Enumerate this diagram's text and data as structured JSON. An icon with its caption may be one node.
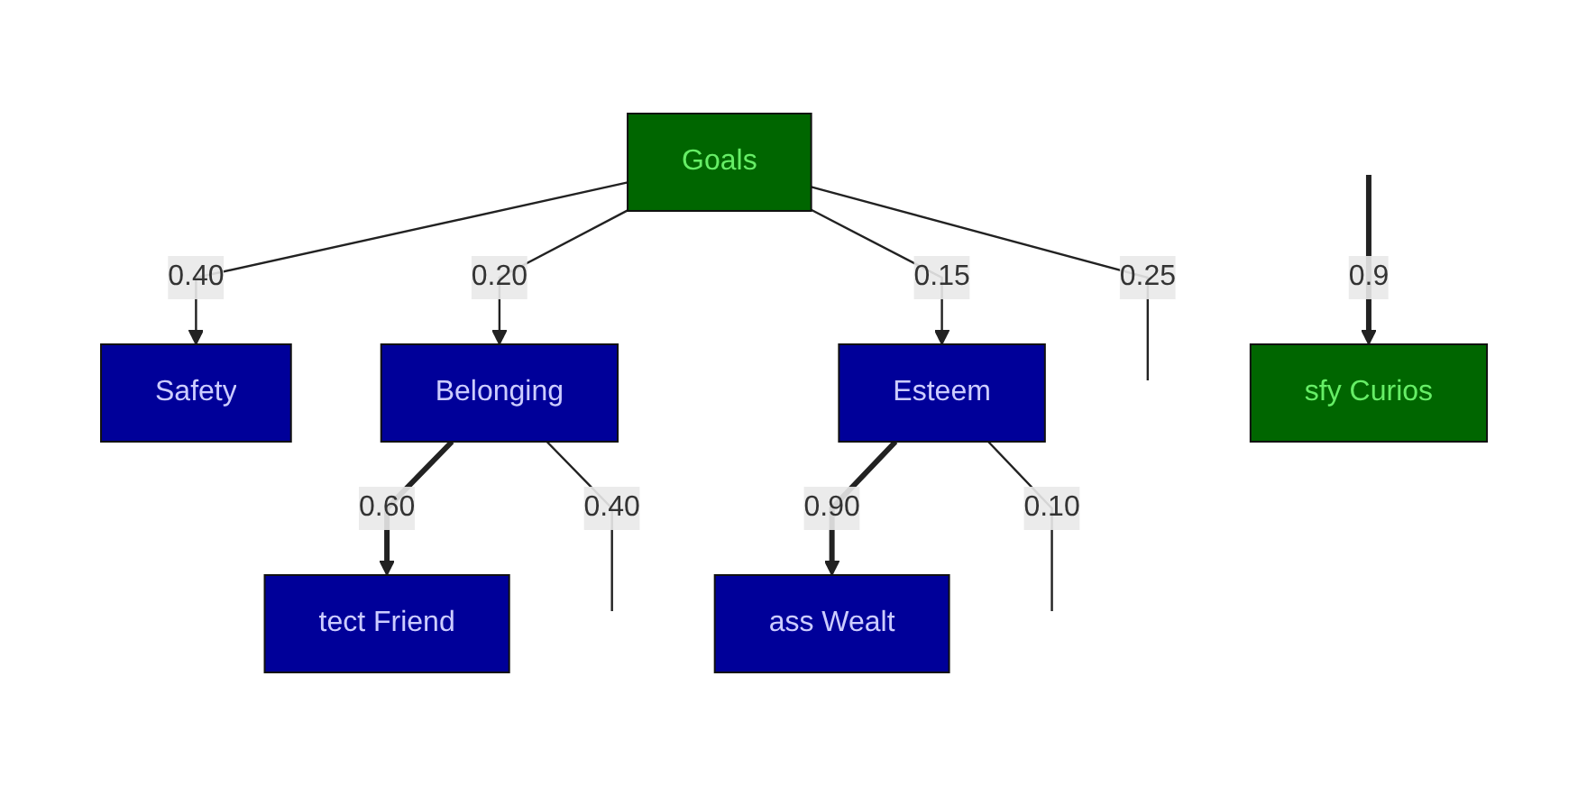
{
  "diagram": {
    "nodes": [
      {
        "text": [
          "Goals"
        ]
      },
      {
        "text": [
          "Safety"
        ]
      },
      {
        "text": [
          "Belonging"
        ]
      },
      {
        "text": [
          "Esteem"
        ]
      },
      {
        "text": [
          "sfy Curios"
        ]
      },
      {
        "text": [
          "tect Friend"
        ]
      },
      {
        "text": [
          "ass Wealt"
        ]
      }
    ],
    "edges": [
      {
        "from": 0,
        "to": 1,
        "label": "0.40",
        "arrow": "to"
      },
      {
        "from": 0,
        "to": 2,
        "label": "0.20",
        "arrow": "to"
      },
      {
        "from": 0,
        "to": 3,
        "label": "0.15",
        "arrow": "to"
      },
      {
        "from": 0,
        "to": null,
        "label": "0.25",
        "arrow": "none"
      },
      {
        "from": null,
        "to": 4,
        "label": "0.9",
        "arrow": "to",
        "style": "thick"
      },
      {
        "from": 2,
        "to": 5,
        "label": "0.60",
        "arrow": "to",
        "style": "thick"
      },
      {
        "from": 2,
        "to": null,
        "label": "0.40",
        "arrow": "none"
      },
      {
        "from": 3,
        "to": 6,
        "label": "0.90",
        "arrow": "to",
        "style": "thick"
      },
      {
        "from": 3,
        "to": null,
        "label": "0.10",
        "arrow": "none"
      }
    ]
  }
}
